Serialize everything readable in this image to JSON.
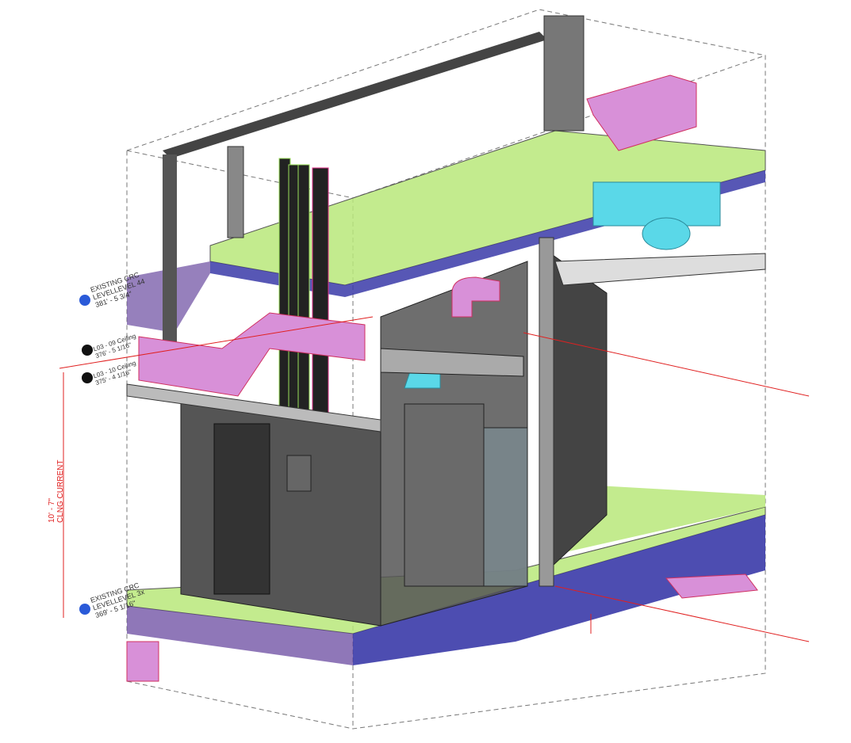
{
  "levels": [
    {
      "line1": "EXISTING CRC",
      "line2": "LEVELLEVEL 44",
      "elevation": "381' - 5 3/4\""
    },
    {
      "line1": "EXISTING CRC",
      "line2": "LEVELLEVEL 3x",
      "elevation": "369' - 5 1/16\""
    }
  ],
  "ceilings": [
    {
      "name": "L03 - 09 Ceiling",
      "elevation": "376' - 5 1/16\""
    },
    {
      "name": "L03 - 10 Ceiling",
      "elevation": "375' - 4 1/16\""
    }
  ],
  "dimension": {
    "value": "10' - 7\"",
    "label": "CLNG CURRENT"
  },
  "colors": {
    "slab": "#b8e87a",
    "slab_edge": "#3a3aa8",
    "duct": "#d890d8",
    "equipment": "#5ad8e8",
    "wall": "#555555",
    "dimension": "#e02020"
  }
}
